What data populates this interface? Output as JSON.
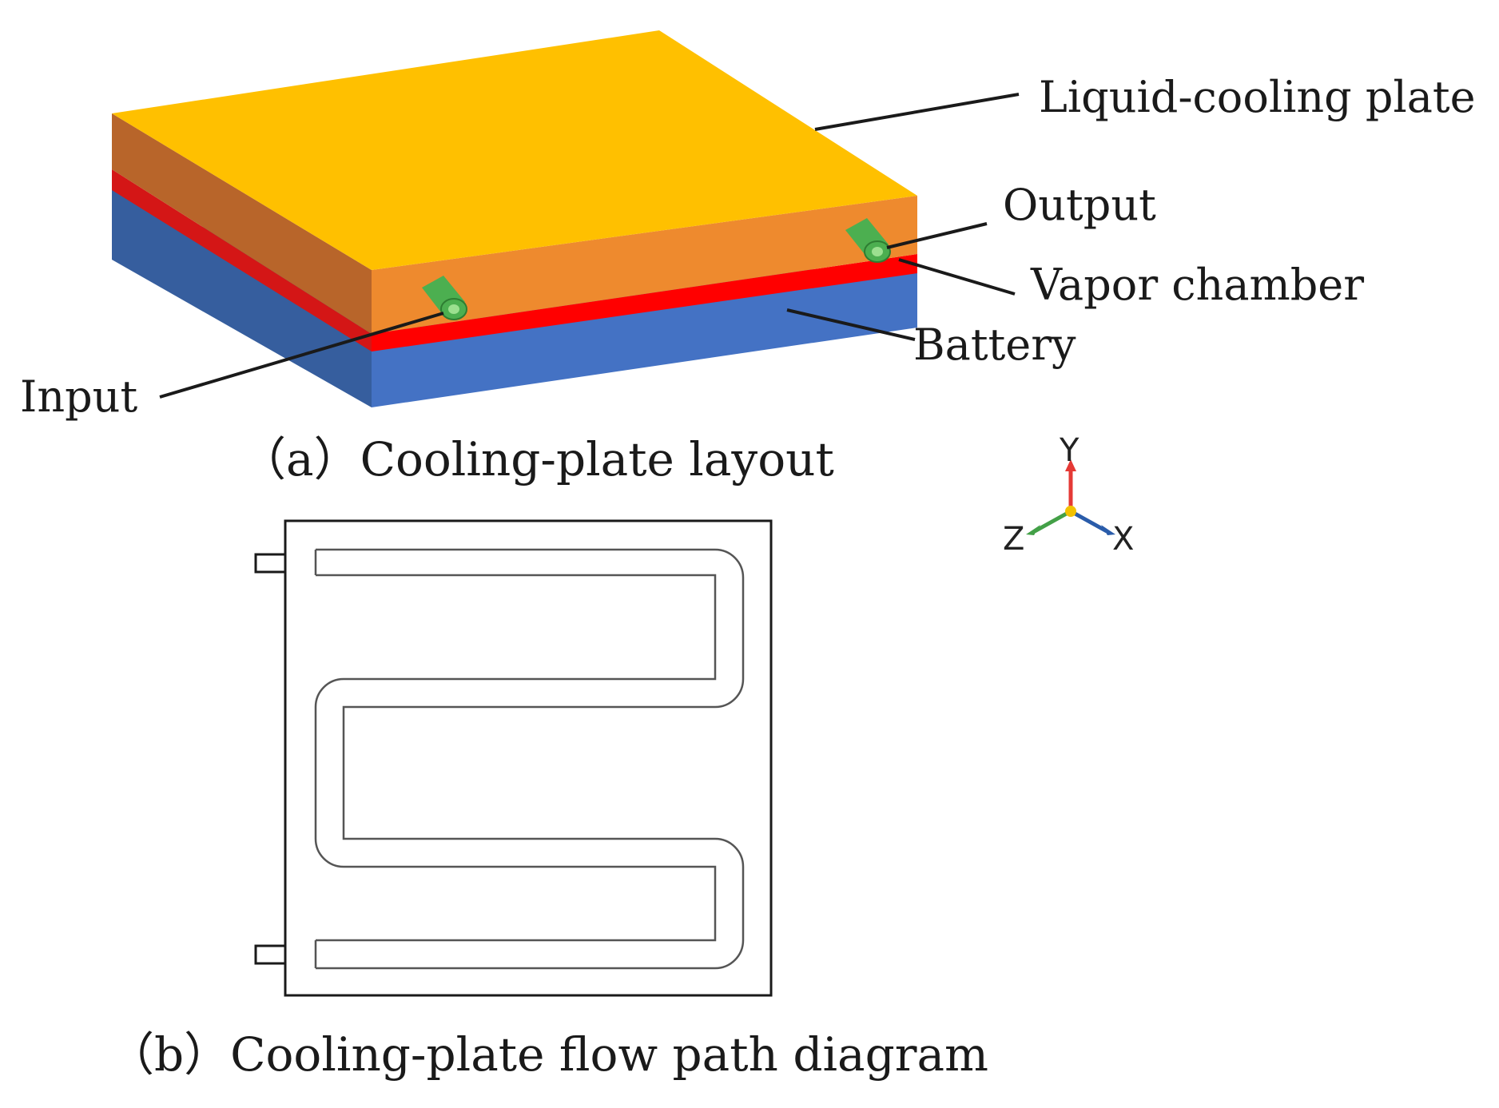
{
  "labels": {
    "liquid_cooling_plate": "Liquid-cooling plate",
    "output": "Output",
    "vapor_chamber": "Vapor chamber",
    "battery": "Battery",
    "input": "Input"
  },
  "captions": {
    "a": "（a）Cooling-plate layout",
    "b": "（b）Cooling-plate flow path diagram"
  },
  "axes": {
    "y": "Y",
    "z": "Z",
    "x": "X"
  },
  "colors": {
    "plate_top": "#FFC000",
    "plate_front": "#EE8A2E",
    "plate_left": "#B8652A",
    "vapor_chamber": "#FF0000",
    "vapor_left": "#D41616",
    "battery_front": "#4472C4",
    "battery_left": "#365E9E",
    "port": "#4CAF50",
    "axis_y": "#E53935",
    "axis_x": "#2A5CAA",
    "axis_z": "#43A047",
    "axis_origin": "#F2C200"
  }
}
